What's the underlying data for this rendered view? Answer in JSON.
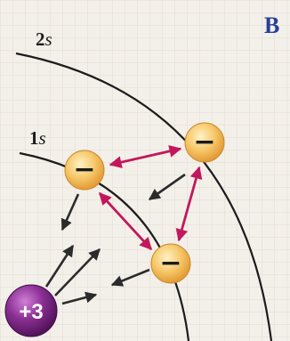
{
  "panel_label": "B",
  "shells": [
    {
      "num": "2",
      "sub": "s"
    },
    {
      "num": "1",
      "sub": "s"
    }
  ],
  "nucleus": {
    "charge": "+3"
  },
  "electron": {
    "symbol": "−"
  },
  "colors": {
    "background": "#f3f0ea",
    "grid": "#e2ddd3",
    "shell_line": "#1c1c1c",
    "attraction_arrow": "#2b2b2b",
    "repulsion_arrow": "#c2185b",
    "electron_fill": "#f2c062",
    "nucleus_fill": "#7b2a83",
    "panel_label": "#2a3f9a"
  }
}
